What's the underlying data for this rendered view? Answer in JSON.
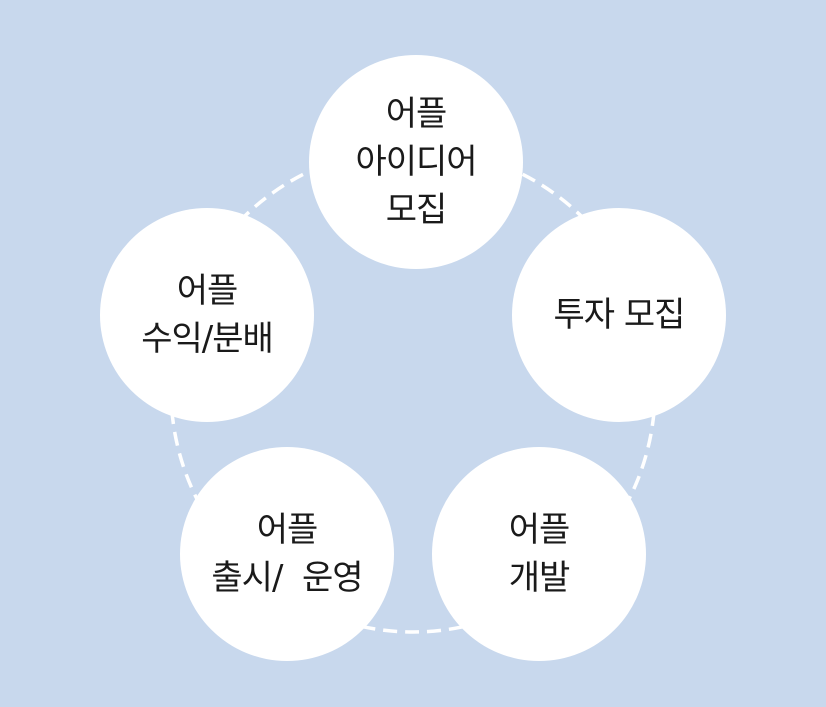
{
  "background_color": "#c8d8ed",
  "ring_color": "#ffffff",
  "node_color": "#ffffff",
  "text_color": "#1a1a1a",
  "cycle": [
    {
      "lines": [
        "어플",
        "아이디어",
        "모집"
      ]
    },
    {
      "lines": [
        "투자 모집"
      ]
    },
    {
      "lines": [
        "어플",
        "개발"
      ]
    },
    {
      "lines": [
        "어플",
        "출시/  운영"
      ]
    },
    {
      "lines": [
        "어플",
        "수익/분배"
      ]
    }
  ]
}
